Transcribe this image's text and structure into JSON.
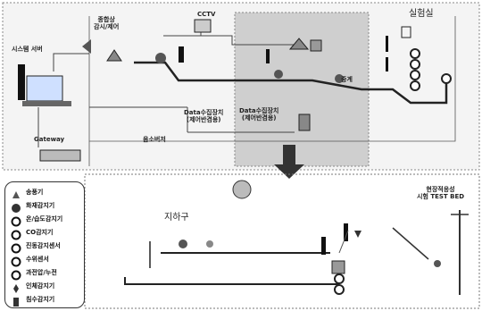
{
  "labels": {
    "system_server": "시스템 서버",
    "gateway": "Gateway",
    "cctv": "CCTV",
    "lab": "실험실",
    "surveillance": "종합상\n감시/제어",
    "data_collector_1": "Data수집장치\n(제어반겸용)",
    "data_collector_2": "Data수집장치\n(제어반겸용)",
    "relay": "중계",
    "pressure_stop": "음소버저",
    "underground": "지하구",
    "test_bed": "현장적응성\n시험 TEST BED"
  },
  "legend": [
    {
      "icon": "repeater-icon",
      "label": "송풍기"
    },
    {
      "icon": "fire-detector-icon",
      "label": "화재감지기"
    },
    {
      "icon": "temp-humidity-icon",
      "label": "온/습도감지기"
    },
    {
      "icon": "co-detector-icon",
      "label": "CO감지기"
    },
    {
      "icon": "vibration-sensor-icon",
      "label": "진동감지센서"
    },
    {
      "icon": "water-level-icon",
      "label": "수위센서"
    },
    {
      "icon": "pipe-leak-icon",
      "label": "과전압/누전"
    },
    {
      "icon": "intrusion-icon",
      "label": "인체감지기"
    },
    {
      "icon": "flood-detector-icon",
      "label": "침수감지기"
    }
  ]
}
